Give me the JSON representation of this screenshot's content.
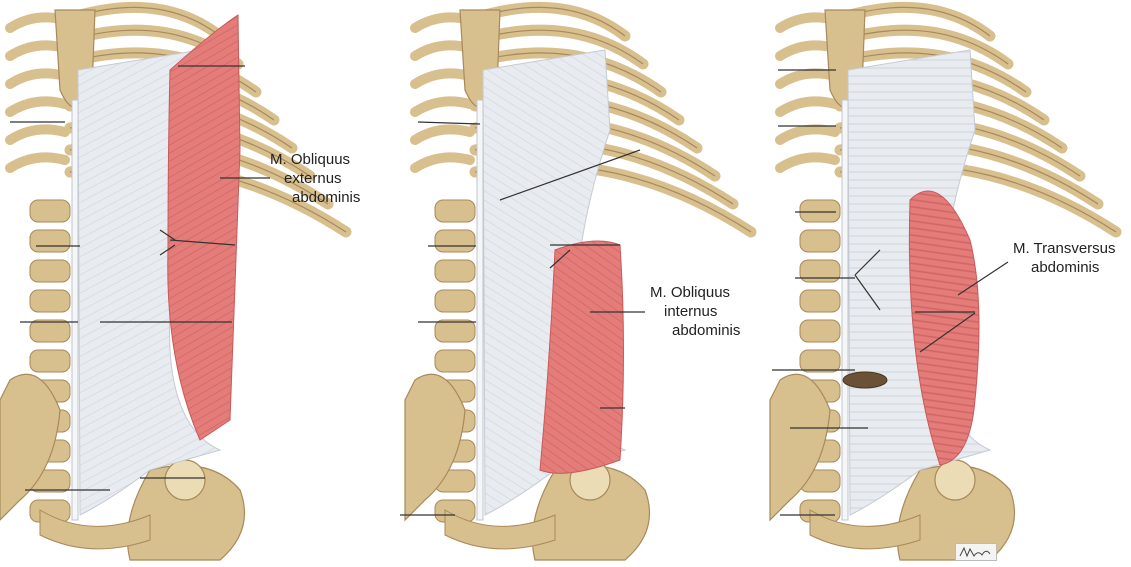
{
  "panels": [
    {
      "id": "external-oblique",
      "label_lines": [
        "M. Obliquus",
        "externus",
        "abdominis"
      ]
    },
    {
      "id": "internal-oblique",
      "label_lines": [
        "M. Obliquus",
        "internus",
        "abdominis"
      ]
    },
    {
      "id": "transversus",
      "label_lines": [
        "M. Transversus",
        "abdominis"
      ]
    }
  ],
  "signature": "Netter",
  "colors": {
    "bone": "#d8bf8e",
    "bone_dark": "#a8895a",
    "bone_light": "#ecdcb6",
    "aponeurosis": "#e6e9ee",
    "fiber_line": "#c9ced6",
    "muscle": "#e47d7a",
    "muscle_dark": "#c85a5a",
    "leader_line": "#333333"
  }
}
